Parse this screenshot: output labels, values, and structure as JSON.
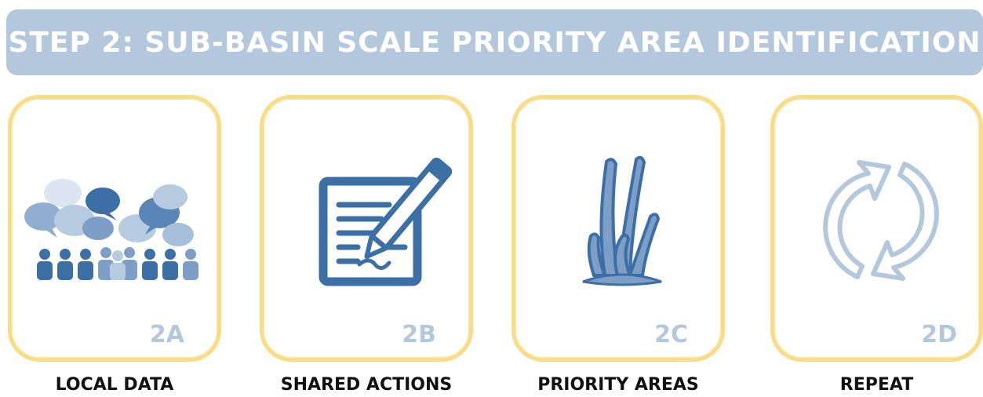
{
  "banner": {
    "title": "STEP 2: SUB-BASIN SCALE PRIORITY AREA IDENTIFICATION"
  },
  "steps": [
    {
      "tag": "2A",
      "caption": "LOCAL DATA",
      "icon": "community-discussion-icon"
    },
    {
      "tag": "2B",
      "caption": "SHARED ACTIONS",
      "icon": "document-pencil-icon"
    },
    {
      "tag": "2C",
      "caption": "PRIORITY AREAS",
      "icon": "seagrass-icon"
    },
    {
      "tag": "2D",
      "caption": "REPEAT",
      "icon": "repeat-cycle-icon"
    }
  ],
  "colors": {
    "banner": "#b3c8dd",
    "card_border": "#f8dc86",
    "icon_dark": "#3d6fa7",
    "icon_light": "#b3c8dd",
    "tag": "#b3c8dd"
  }
}
